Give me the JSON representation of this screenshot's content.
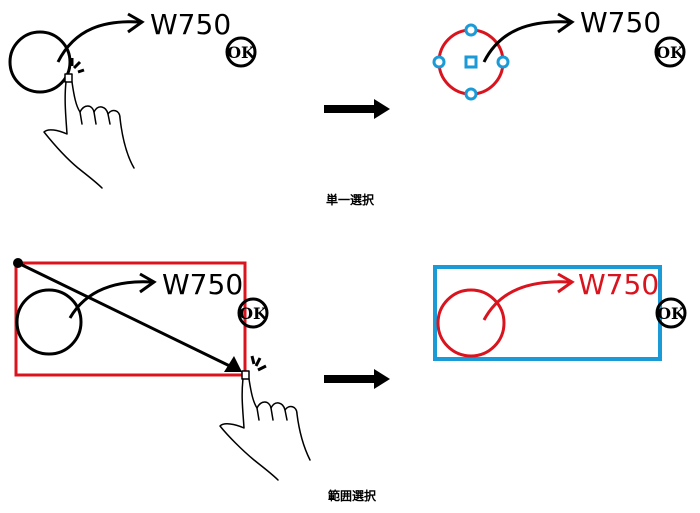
{
  "colors": {
    "black": "#000000",
    "red": "#d9141e",
    "blue": "#1a9ad6"
  },
  "labels": {
    "dimension": "W750",
    "ok": "OK"
  },
  "captions": {
    "single_select": "単一選択",
    "range_select": "範囲選択"
  }
}
